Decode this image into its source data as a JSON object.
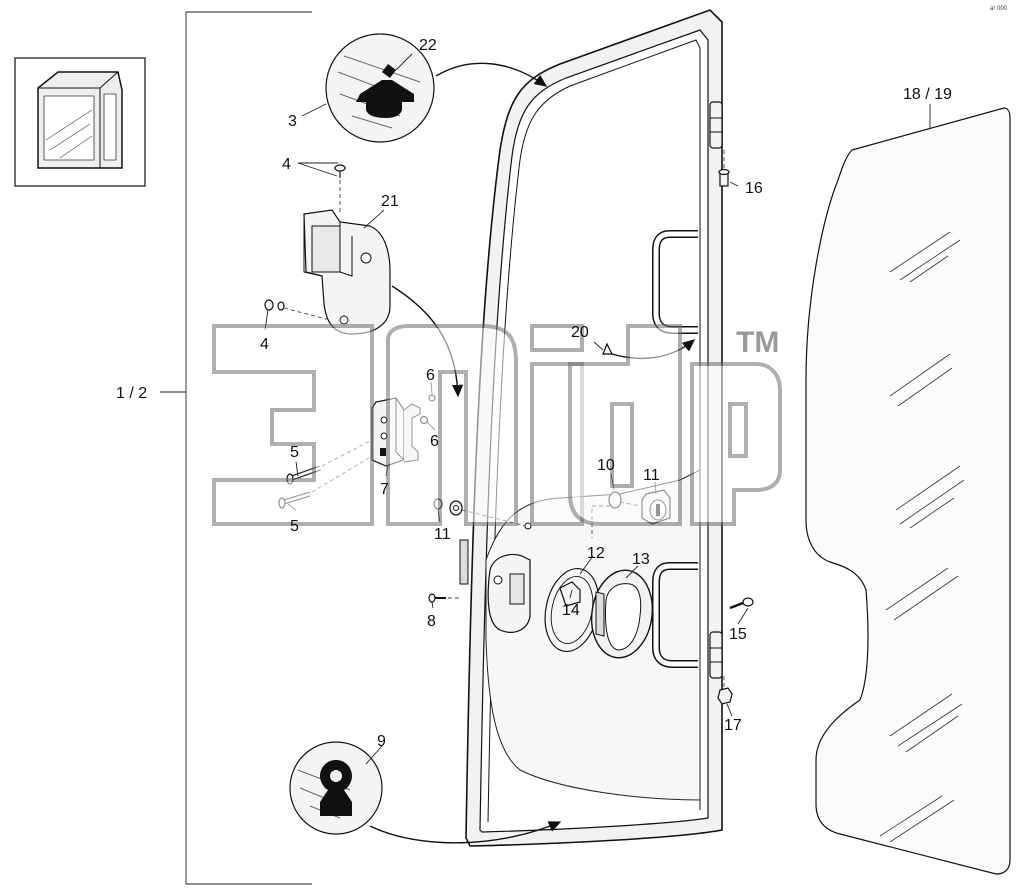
{
  "corner_mark": "a² 000",
  "watermark": {
    "text": "TM"
  },
  "callouts": {
    "c1": "1 / 2",
    "c3": "3",
    "c4a": "4",
    "c4b": "4",
    "c5a": "5",
    "c5b": "5",
    "c6a": "6",
    "c6b": "6",
    "c7": "7",
    "c8": "8",
    "c9": "9",
    "c10": "10",
    "c11a": "11",
    "c11b": "11",
    "c12": "12",
    "c13": "13",
    "c14": "14",
    "c15": "15",
    "c16": "16",
    "c17": "17",
    "c18": "18 / 19",
    "c20": "20",
    "c21": "21",
    "c22": "22"
  },
  "colors": {
    "line": "#111111",
    "watermark": "#6e6e6e"
  }
}
